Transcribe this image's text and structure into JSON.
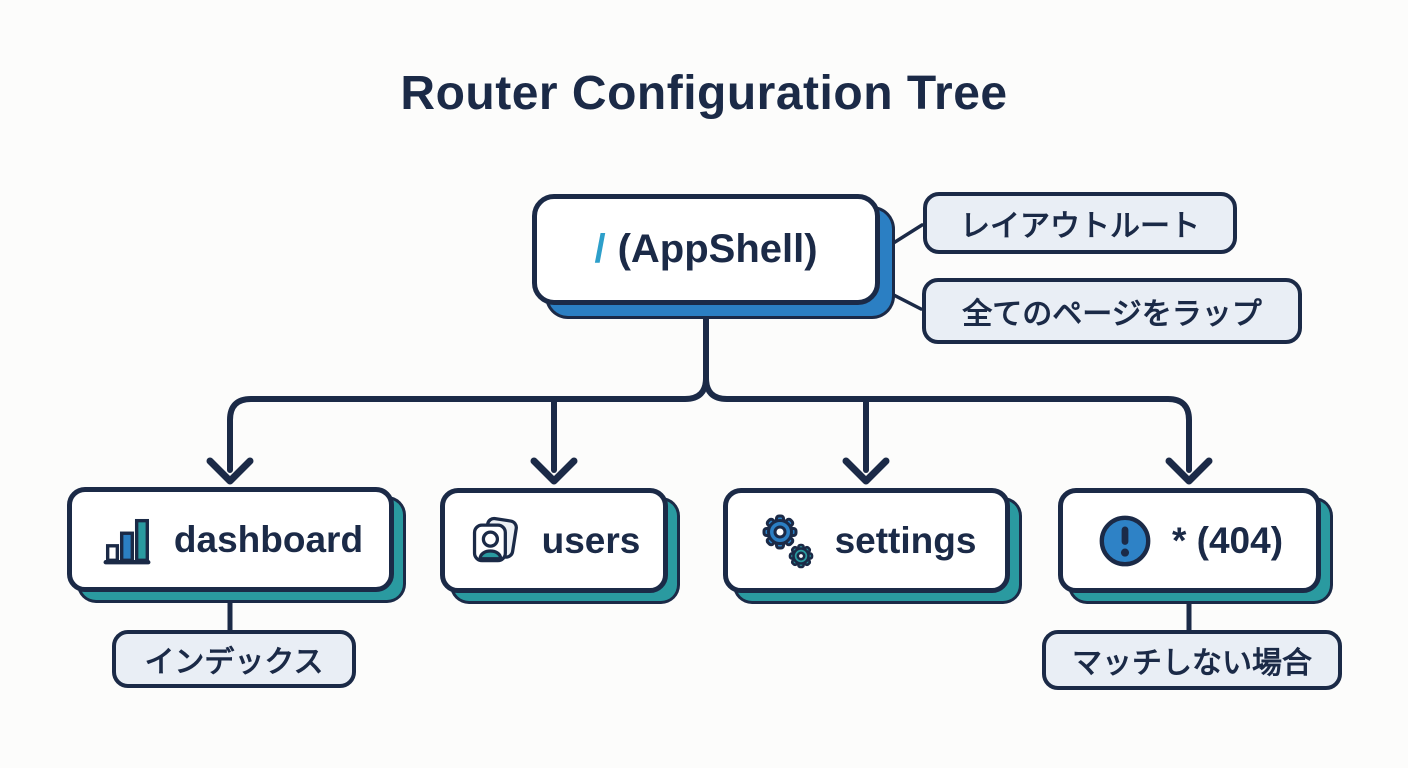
{
  "title": "Router Configuration Tree",
  "colors": {
    "navy": "#1b2a47",
    "blue": "#2b7fc3",
    "teal": "#2a9aa0",
    "cyan": "#2d9fca",
    "callout_bg": "#e9eef5",
    "background": "#fcfcfb"
  },
  "root": {
    "path": "/",
    "label": "(AppShell)",
    "callouts": [
      "レイアウトルート",
      "全てのページをラップ"
    ]
  },
  "children": [
    {
      "label": "dashboard",
      "icon": "bar-chart-icon",
      "callout": "インデックス"
    },
    {
      "label": "users",
      "icon": "users-icon"
    },
    {
      "label": "settings",
      "icon": "gears-icon"
    },
    {
      "label": "* (404)",
      "icon": "alert-icon",
      "callout": "マッチしない場合"
    }
  ]
}
